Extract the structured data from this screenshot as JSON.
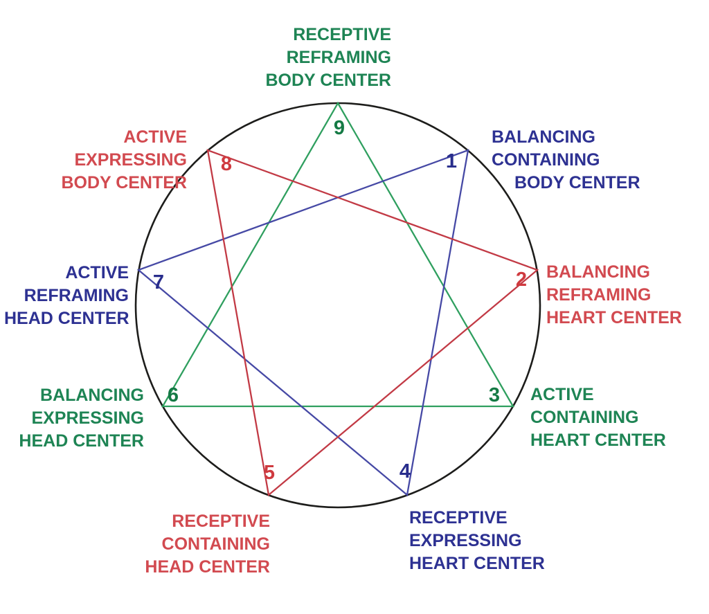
{
  "figure": "enneagram-of-nine-types",
  "colors": {
    "background": "#ffffff",
    "circle": "#1d1d1b",
    "green_line": "#2f9f5f",
    "blue_line": "#4649a5",
    "red_line": "#c23a45",
    "green_text": "#1e8454",
    "blue_text": "#2d3192",
    "red_text": "#d24a50",
    "green_digit": "#157a45",
    "blue_digit": "#282d8c",
    "red_digit": "#cf3a3f"
  },
  "points": {
    "p1": {
      "number": "1",
      "color": "blue",
      "lines": [
        "BALANCING",
        "CONTAINING",
        "BODY CENTER"
      ]
    },
    "p2": {
      "number": "2",
      "color": "red",
      "lines": [
        "BALANCING",
        "REFRAMING",
        "HEART CENTER"
      ]
    },
    "p3": {
      "number": "3",
      "color": "green",
      "lines": [
        "ACTIVE",
        "CONTAINING",
        "HEART CENTER"
      ]
    },
    "p4": {
      "number": "4",
      "color": "blue",
      "lines": [
        "RECEPTIVE",
        "EXPRESSING",
        "HEART CENTER"
      ]
    },
    "p5": {
      "number": "5",
      "color": "red",
      "lines": [
        "RECEPTIVE",
        "CONTAINING",
        "HEAD CENTER"
      ]
    },
    "p6": {
      "number": "6",
      "color": "green",
      "lines": [
        "BALANCING",
        "EXPRESSING",
        "HEAD CENTER"
      ]
    },
    "p7": {
      "number": "7",
      "color": "blue",
      "lines": [
        "ACTIVE",
        "REFRAMING",
        "HEAD CENTER"
      ]
    },
    "p8": {
      "number": "8",
      "color": "red",
      "lines": [
        "ACTIVE",
        "EXPRESSING",
        "BODY CENTER"
      ]
    },
    "p9": {
      "number": "9",
      "color": "green",
      "lines": [
        "RECEPTIVE",
        "REFRAMING",
        "BODY CENTER"
      ]
    }
  },
  "connections": {
    "green_triangle": [
      "9",
      "3",
      "6"
    ],
    "blue_triangle": [
      "1",
      "4",
      "7"
    ],
    "red_triangle": [
      "2",
      "5",
      "8"
    ]
  }
}
